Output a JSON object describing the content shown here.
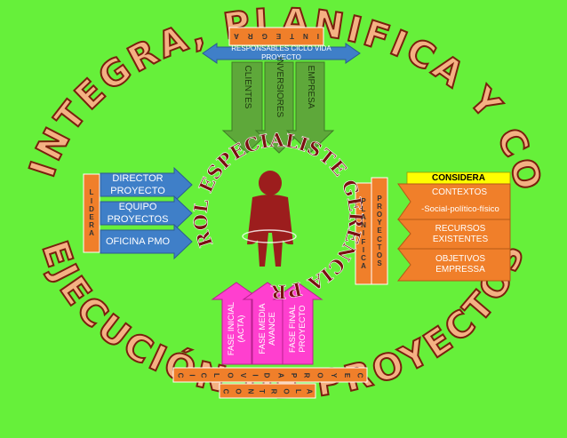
{
  "arc_title_top": "LIDERA, INTEGRA, PLANIFICA Y CONTROLA",
  "arc_title_bottom": "EJECUCIÓN DE PROYECTOS",
  "center_title": "ROL ESPECIALISTE GERENCIA PROYECTO",
  "integra": {
    "letters": [
      "I",
      "N",
      "T",
      "E",
      "G",
      "R",
      "A"
    ],
    "banner": "RESPONSABLES CICLO VIDA PROYECTO",
    "arrows": [
      "CLIENTES",
      "INVERSIORES",
      "EMPRESA"
    ]
  },
  "lidera": {
    "letters": [
      "L",
      "I",
      "D",
      "E",
      "R",
      "A"
    ],
    "items": [
      "DIRECTOR PROYECTO",
      "EQUIPO PROYECTOS",
      "OFICINA PMO"
    ]
  },
  "planifica": {
    "letters_a": [
      "P",
      "L",
      "A",
      "N",
      "I",
      "F",
      "I",
      "C",
      "A"
    ],
    "letters_b": [
      "P",
      "R",
      "O",
      "Y",
      "E",
      "C",
      "T",
      "O",
      "S"
    ],
    "header": "CONSIDERA",
    "items": [
      "CONTEXTOS",
      "-Social-político-físico",
      "RECURSOS EXISTENTES",
      "OBJETIVOS EMPRESSA"
    ]
  },
  "controla": {
    "arrows": [
      "FASE INICIAL (ACTA)",
      "FASE MEDIA AVANCE",
      "FASE FINAL PROYECTO"
    ],
    "letters_ciclo": [
      "C",
      "I",
      "C",
      "L",
      "O",
      "V",
      "I",
      "D",
      "A",
      "P",
      "R",
      "O",
      "Y",
      "E",
      "C"
    ],
    "letters_controla": [
      "C",
      "O",
      "N",
      "T",
      "R",
      "O",
      "L",
      "A"
    ]
  },
  "colors": {
    "background": "#66f03a",
    "arc_text": "#f4b183",
    "arc_stroke": "#7a1f0d",
    "orange": "#f07f2a",
    "blue": "#3f7fc8",
    "green_arrow": "#5ea83a",
    "yellow": "#ffff00",
    "pink": "#ff3fcf",
    "figure": "#9c1d1d",
    "center_text": "#7a1010"
  }
}
